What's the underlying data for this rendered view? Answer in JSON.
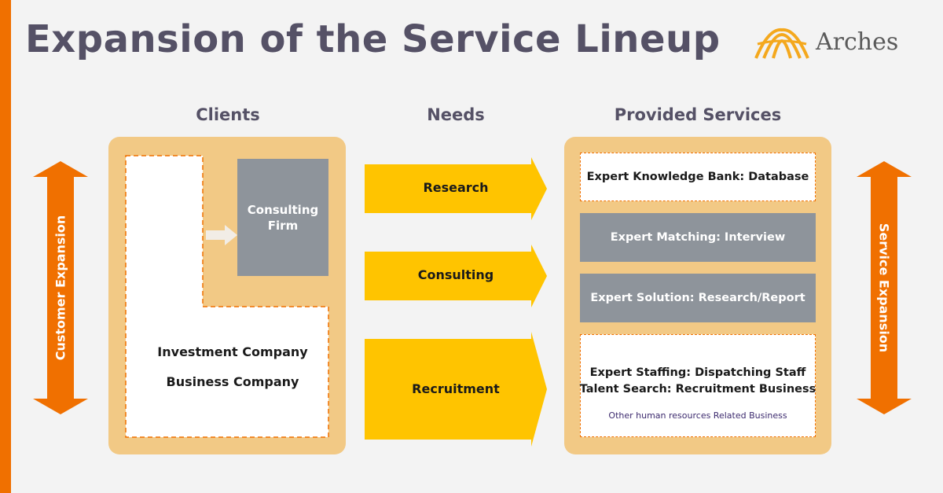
{
  "title": "Expansion of the Service Lineup",
  "logo": {
    "text": "Arches",
    "icon": "arches-logo-icon"
  },
  "columns": {
    "clients": "Clients",
    "needs": "Needs",
    "services": "Provided Services"
  },
  "clients": {
    "consulting_firm": [
      "Consulting",
      "Firm"
    ],
    "investment_company": "Investment Company",
    "business_company": "Business Company"
  },
  "needs": [
    "Research",
    "Consulting",
    "Recruitment"
  ],
  "services": {
    "knowledge_bank": "Expert Knowledge Bank: Database",
    "matching": "Expert Matching: Interview",
    "solution": "Expert Solution: Research/Report",
    "staffing": "Expert Staffing: Dispatching Staff",
    "talent_search": "Talent Search: Recruitment Business",
    "other_note": "Other human resources Related Business"
  },
  "side_arrows": {
    "left": "Customer Expansion",
    "right": "Service Expansion"
  },
  "colors": {
    "accent_orange": "#f07000",
    "panel_tan": "#f2c985",
    "needs_yellow": "#ffc400",
    "box_grey": "#8e949b",
    "title_slate": "#555166"
  }
}
